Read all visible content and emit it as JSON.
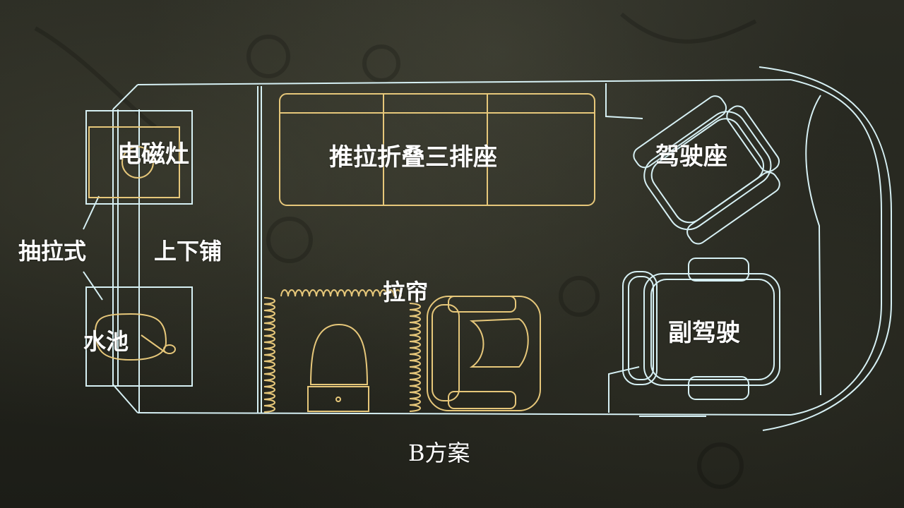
{
  "labels": {
    "induction_cooker": "电磁灶",
    "pull_out": "抽拉式",
    "bunk_bed": "上下铺",
    "sink": "水池",
    "folding_bench": "推拉折叠三排座",
    "curtain": "拉帘",
    "driver_seat": "驾驶座",
    "passenger_seat": "副驾驶",
    "caption": "B方案"
  },
  "colors": {
    "outline": "#d6f0f4",
    "furniture": "#e6c77a",
    "text": "#ffffff"
  }
}
